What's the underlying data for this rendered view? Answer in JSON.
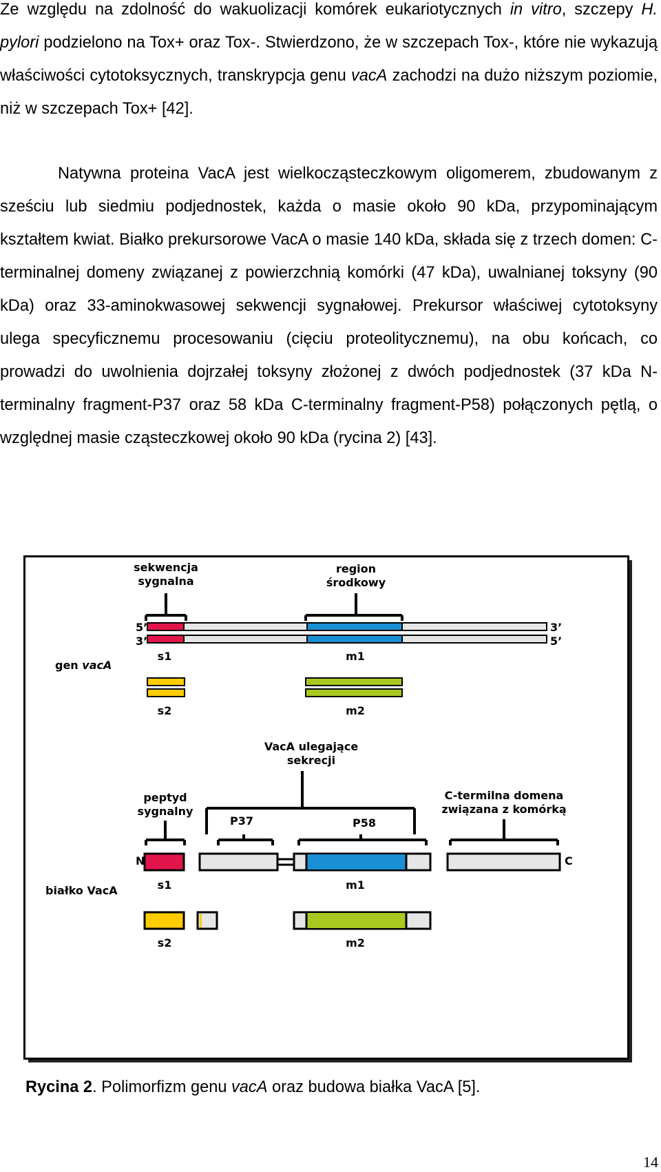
{
  "paragraph1": {
    "t1": "Ze względu na zdolność do wakuolizacji komórek eukariotycznych ",
    "t2": "in vitro",
    "t3": ", szczepy ",
    "t4": "H. pylori",
    "t5": " podzielono na Tox+ oraz Tox-. Stwierdzono, że w szczepach Tox-, które nie wykazują właściwości cytotoksycznych, transkrypcja genu ",
    "t6": "vacA",
    "t7": " zachodzi na dużo niższym poziomie, niż w szczepach Tox+ [42]."
  },
  "paragraph2": "Natywna proteina VacA jest wielkocząsteczkowym oligomerem, zbudowanym z sześciu lub siedmiu podjednostek, każda o masie około 90 kDa, przypominającym kształtem kwiat. Białko prekursorowe VacA o masie 140 kDa, składa się z trzech domen: C-terminalnej domeny związanej z powierzchnią komórki (47 kDa), uwalnianej toksyny (90 kDa) oraz 33-aminokwasowej sekwencji sygnałowej. Prekursor właściwej cytotoksyny ulega specyficznemu procesowaniu (cięciu proteolitycznemu), na obu końcach, co prowadzi do uwolnienia dojrzałej toksyny złożonej z dwóch podjednostek (37 kDa N-terminalny fragment-P37 oraz 58 kDa C-terminalny fragment-P58) połączonych pętlą, o względnej masie cząsteczkowej około 90 kDa (rycina 2) [43].",
  "figure": {
    "signal_seq_l1": "sekwencja",
    "signal_seq_l2": "sygnalna",
    "mid_region_l1": "region",
    "mid_region_l2": "środkowy",
    "five_prime": "5’",
    "three_prime": "3’",
    "gene_prefix": "gen ",
    "gene_name": "vacA",
    "s1": "s1",
    "s2": "s2",
    "m1": "m1",
    "m2": "m2",
    "secreted_l1": "VacA ulegające",
    "secreted_l2": "sekrecji",
    "peptide_l1": "peptyd",
    "peptide_l2": "sygnalny",
    "p37": "P37",
    "p58": "P58",
    "cterm_l1": "C-termilna domena",
    "cterm_l2": "związana z komórką",
    "n_term": "N",
    "c_term": "C",
    "protein_label": "białko VacA",
    "colors": {
      "s1": "#e2154b",
      "s2": "#ffcc00",
      "m1": "#1a8fd6",
      "m2": "#a8c820",
      "segment": "#e6e6e6",
      "outline": "#000000"
    }
  },
  "caption": {
    "label": "Rycina 2",
    "t1": ". Polimorfizm genu ",
    "gene": "vacA",
    "t2": " oraz budowa białka VacA [5]."
  },
  "page_number": "14"
}
